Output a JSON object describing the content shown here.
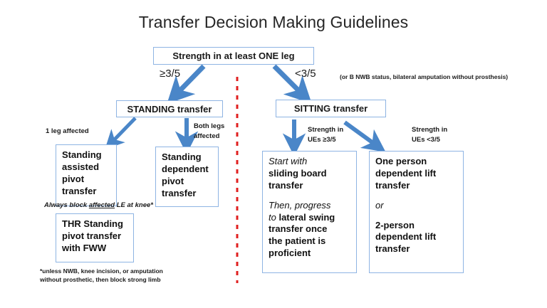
{
  "title": "Transfer Decision Making Guidelines",
  "root": {
    "label": "Strength in at least ONE leg"
  },
  "branches": {
    "left_label": "≥3/5",
    "right_label": "<3/5",
    "right_annotation": "(or B NWB status, bilateral amputation without prosthesis)"
  },
  "level2": {
    "standing": "STANDING transfer",
    "sitting": "SITTING transfer"
  },
  "edge_labels": {
    "one_leg": "1 leg affected",
    "both_legs_line1": "Both legs",
    "both_legs_line2": "affected",
    "ue_strong_line1": "Strength in",
    "ue_strong_line2": "UEs ≥3/5",
    "ue_weak_line1": "Strength in",
    "ue_weak_line2": "UEs <3/5"
  },
  "outcomes": {
    "standing_assisted": {
      "line1": "Standing",
      "line2": "assisted",
      "line3": "pivot",
      "line4": "transfer"
    },
    "standing_dependent": {
      "line1": "Standing",
      "line2": "dependent",
      "line3": "pivot",
      "line4": "transfer"
    },
    "thr": {
      "line1": "THR Standing",
      "line2": "pivot transfer",
      "line3": "with FWW"
    },
    "sliding_board": {
      "italic1": "Start with",
      "bold1": "sliding board",
      "bold2": "transfer",
      "italic2": "Then, progress",
      "italic3": "to",
      "bold3": "lateral swing",
      "bold4": "transfer once",
      "bold5": "the patient is",
      "bold6": "proficient"
    },
    "dependent_lift": {
      "bold1": "One person",
      "bold2": "dependent lift",
      "bold3": "transfer",
      "italic1": "or",
      "bold4": "2-person",
      "bold5": "dependent lift",
      "bold6": "transfer"
    }
  },
  "notes": {
    "block_knee_pre": "Always block ",
    "block_knee_underline": "affected",
    "block_knee_post": " LE at knee*",
    "footnote_line1": "*unless NWB, knee incision, or amputation",
    "footnote_line2": "without prosthetic, then block strong limb"
  },
  "colors": {
    "arrow_blue": "#4a86c8",
    "box_border": "#8eb4e3",
    "divider_red": "#e02020",
    "text": "#1a1a1a"
  }
}
